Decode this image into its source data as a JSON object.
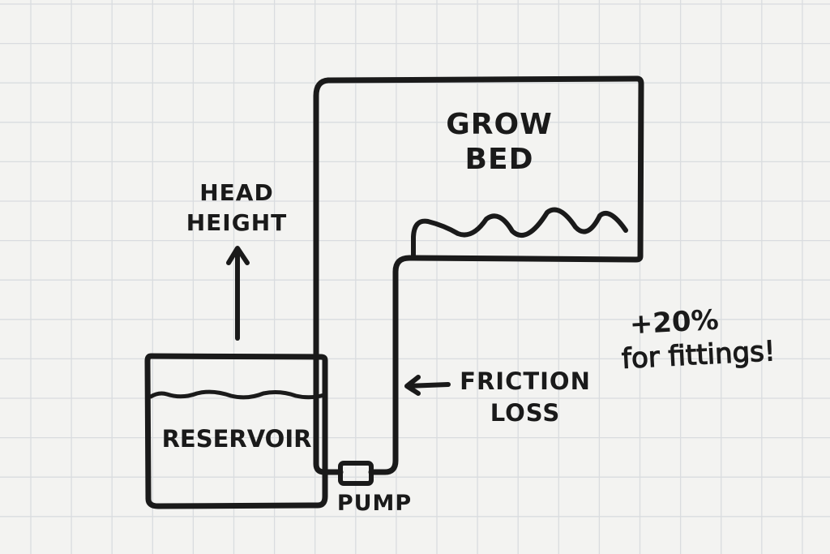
{
  "diagram": {
    "title": "Hydroponic pump head height diagram",
    "colors": {
      "background": "#f3f3f1",
      "grid": "#d9dcdf",
      "ink": "#1a1a1a"
    },
    "nodes": {
      "grow_bed": {
        "line1": "GROW",
        "line2": "BED"
      },
      "reservoir": {
        "label": "RESERVOIR"
      },
      "pump": {
        "label": "PUMP"
      }
    },
    "annotations": {
      "head_height": {
        "line1": "HEAD",
        "line2": "HEIGHT",
        "arrow": "up-arrow"
      },
      "friction_loss": {
        "line1": "FRICTION",
        "line2": "LOSS",
        "arrow": "left-arrow"
      },
      "fittings_note": {
        "line1": "+20%",
        "line2": "for fittings!"
      }
    },
    "edges": [
      {
        "from": "reservoir",
        "to": "pump",
        "label": ""
      },
      {
        "from": "pump",
        "to": "grow_bed",
        "label": "FRICTION LOSS"
      },
      {
        "from": "grow_bed",
        "to": "reservoir",
        "label": ""
      }
    ]
  }
}
